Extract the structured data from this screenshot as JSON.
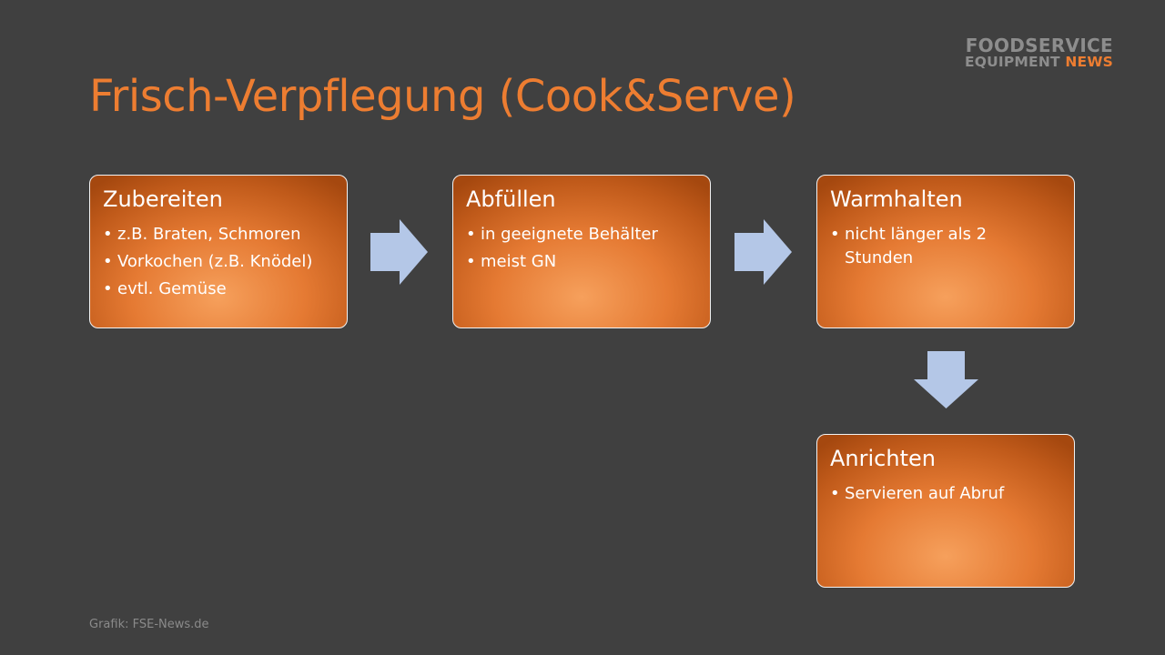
{
  "title": "Frisch-Verpflegung (Cook&Serve)",
  "logo": {
    "line1": "FOODSERVICE",
    "line2_main": "EQUIPMENT ",
    "line2_accent": "NEWS"
  },
  "steps": [
    {
      "title": "Zubereiten",
      "items": [
        "z.B. Braten, Schmoren",
        "Vorkochen (z.B. Knödel)",
        "evtl. Gemüse"
      ]
    },
    {
      "title": "Abfüllen",
      "items": [
        "in geeignete Behälter",
        "meist GN"
      ]
    },
    {
      "title": "Warmhalten",
      "items": [
        "nicht länger als 2 Stunden"
      ]
    },
    {
      "title": "Anrichten",
      "items": [
        "Servieren auf Abruf"
      ]
    }
  ],
  "bullet": "•",
  "credit": "Grafik: FSE-News.de",
  "colors": {
    "background": "#404040",
    "accent": "#ED7D31",
    "arrow": "#B4C7E7"
  }
}
